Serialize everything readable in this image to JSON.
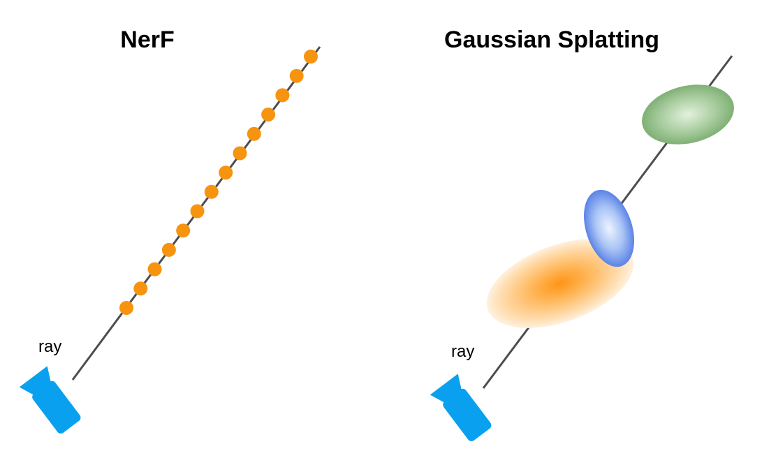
{
  "panels": {
    "nerf": {
      "title": "NerF",
      "ray_label": "ray",
      "sample_point_count": 14,
      "sample_point_color": "#f7940f",
      "camera_icon": "video-camera-icon",
      "camera_color": "#0aa0f0"
    },
    "gaussian": {
      "title": "Gaussian Splatting",
      "ray_label": "ray",
      "camera_icon": "video-camera-icon",
      "camera_color": "#0aa0f0",
      "gaussians": [
        {
          "name": "orange-gaussian",
          "center_color": "#ff9a1a"
        },
        {
          "name": "blue-gaussian",
          "center_color": "#cfe0ff",
          "edge_color": "#5a82e6"
        },
        {
          "name": "green-gaussian",
          "center_color": "#d9ecd3",
          "edge_color": "#84b47a"
        }
      ]
    }
  },
  "ray_color": "#4d4d4d"
}
